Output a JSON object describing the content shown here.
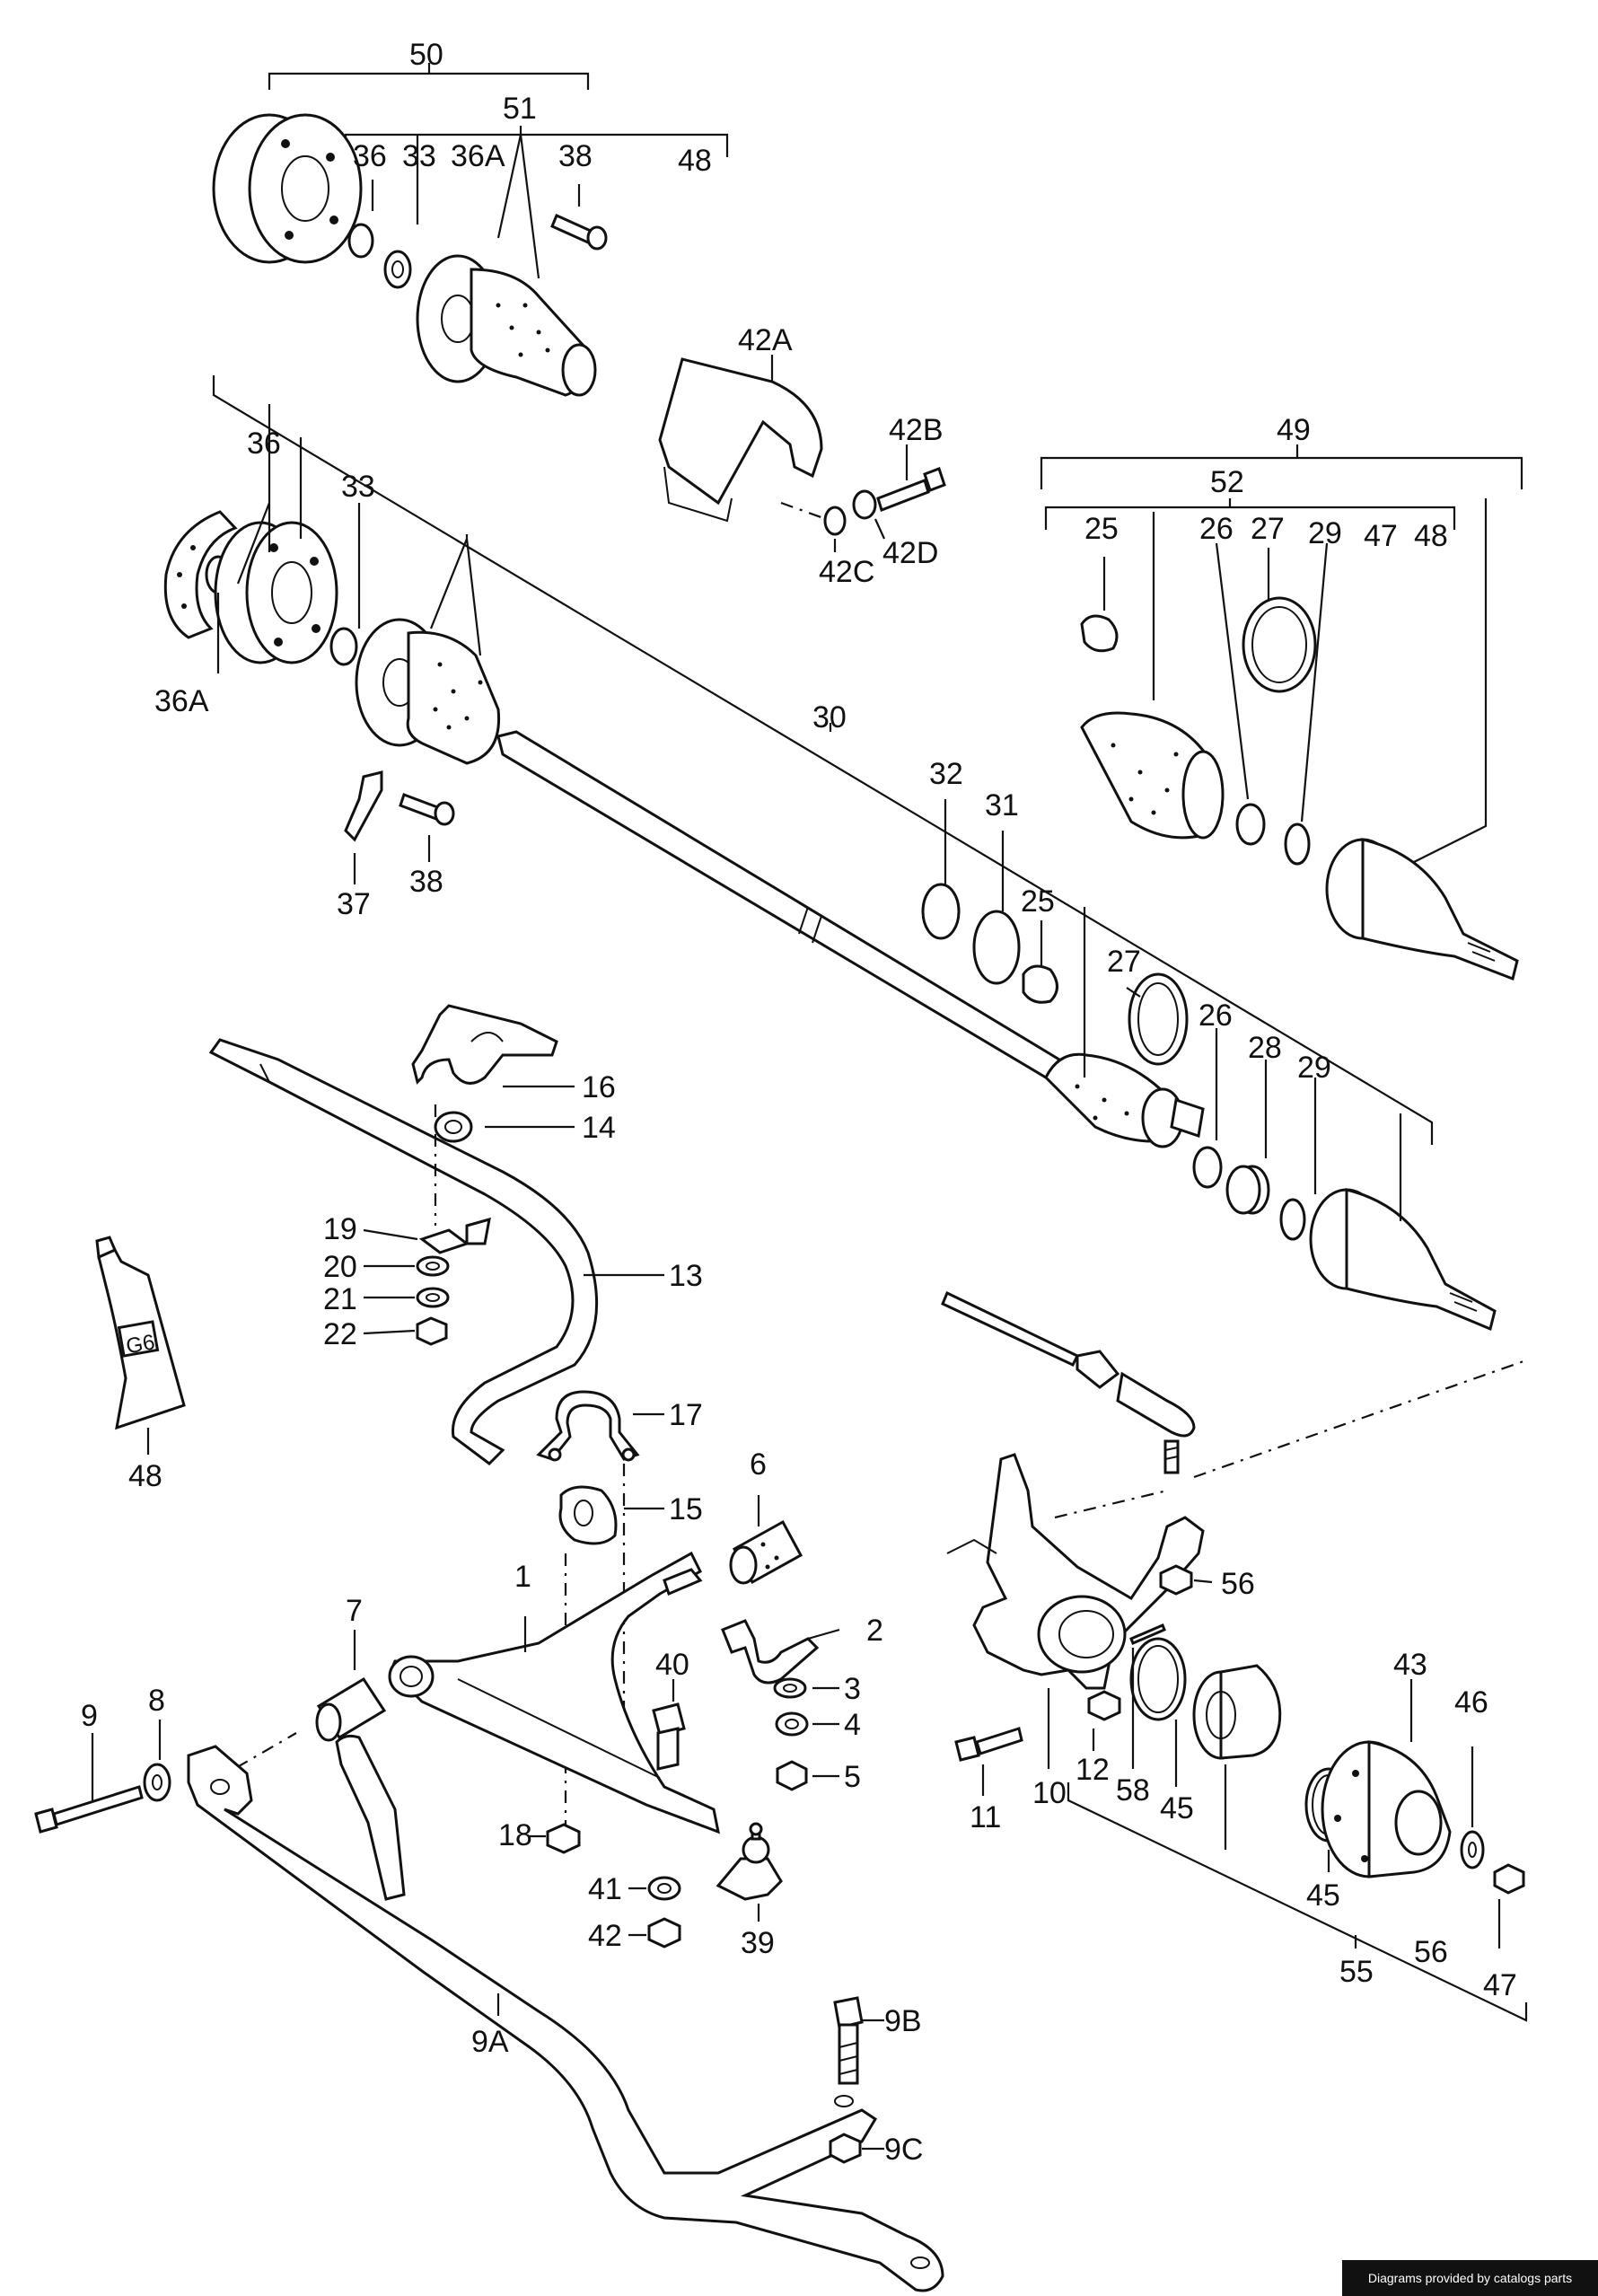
{
  "labels": {
    "l50": "50",
    "l51": "51",
    "l36a": "36",
    "l33a": "33",
    "l36Aa": "36A",
    "l38a": "38",
    "l48a": "48",
    "l42A": "42A",
    "l42B": "42B",
    "l42C": "42C",
    "l42D": "42D",
    "l49": "49",
    "l52": "52",
    "l25a": "25",
    "l26a": "26",
    "l27a": "27",
    "l29a": "29",
    "l47a": "47",
    "l48b": "48",
    "l36b": "36",
    "l33b": "33",
    "l36Ab": "36A",
    "l37": "37",
    "l38b": "38",
    "l30": "30",
    "l32": "32",
    "l31": "31",
    "l25b": "25",
    "l27b": "27",
    "l26b": "26",
    "l28": "28",
    "l29b": "29",
    "l16": "16",
    "l14": "14",
    "l13": "13",
    "l19": "19",
    "l20": "20",
    "l21": "21",
    "l22": "22",
    "l48c": "48",
    "tube": "G6",
    "l17": "17",
    "l15": "15",
    "l6": "6",
    "l1": "1",
    "l2": "2",
    "l3": "3",
    "l4": "4",
    "l5": "5",
    "l7": "7",
    "l8": "8",
    "l9": "9",
    "l40": "40",
    "l18": "18",
    "l41": "41",
    "l42": "42",
    "l39": "39",
    "l56a": "56",
    "l43": "43",
    "l46": "46",
    "l10": "10",
    "l11": "11",
    "l12": "12",
    "l58": "58",
    "l45a": "45",
    "l45b": "45",
    "l55": "55",
    "l56b": "56",
    "l47b": "47",
    "l9A": "9A",
    "l9B": "9B",
    "l9C": "9C"
  },
  "credit": "Diagrams provided by catalogs parts"
}
